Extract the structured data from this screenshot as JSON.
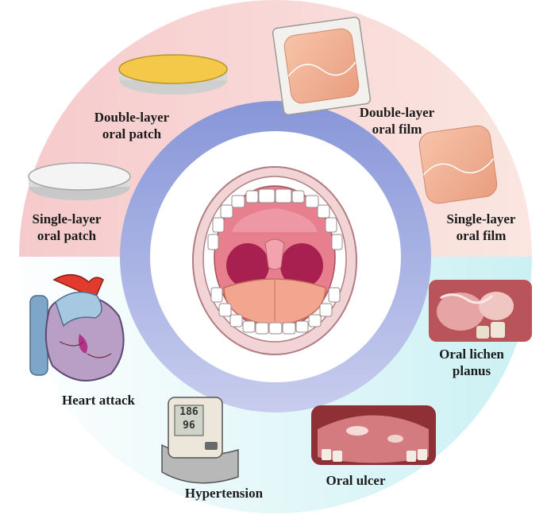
{
  "labels": {
    "double_layer_patch": [
      "Double-layer",
      "oral patch"
    ],
    "double_layer_film": [
      "Double-layer",
      "oral film"
    ],
    "single_layer_patch": [
      "Single-layer",
      "oral patch"
    ],
    "single_layer_film": [
      "Single-layer",
      "oral film"
    ],
    "oral_lichen_planus": [
      "Oral lichen",
      "planus"
    ],
    "heart_attack": "Heart attack",
    "oral_ulcer": "Oral ulcer",
    "hypertension": "Hypertension"
  },
  "monitor_readings": [
    "186",
    "96"
  ],
  "colors": {
    "top_half_pink": "#f8d4d4",
    "bottom_half_cyan": "#d4f3f6",
    "ring_blue": "#9aa6e0",
    "patch_yellow": "#f4c94a",
    "patch_white": "#f2f2f2",
    "film_peach": "#f0b396"
  }
}
